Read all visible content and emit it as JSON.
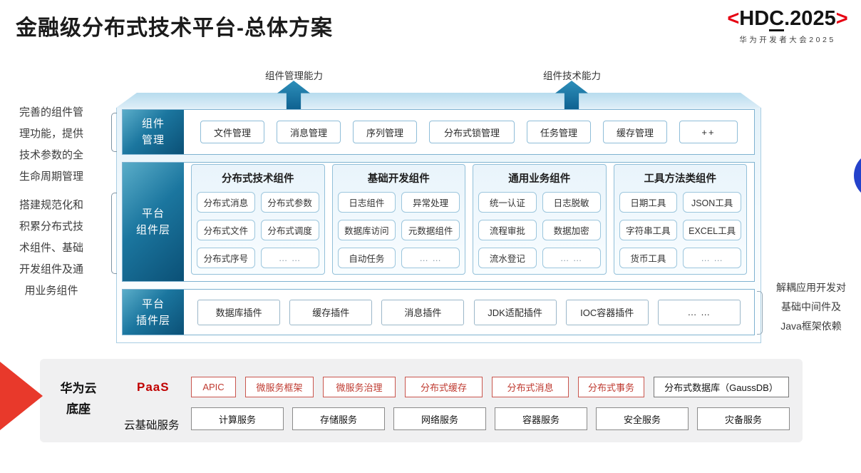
{
  "title": "金融级分布式技术平台-总体方案",
  "logo": {
    "bracket_left": "<",
    "hd": "HD",
    "c": "C",
    "rest": ".2025",
    "bracket_right": ">",
    "subtitle": "华为开发者大会2025"
  },
  "arrows": [
    {
      "label": "组件管理能力"
    },
    {
      "label": "组件技术能力"
    }
  ],
  "notes": {
    "left1": "完善的组件管理功能，提供技术参数的全生命周期管理",
    "left2": "搭建规范化和积累分布式技术组件、基础开发组件及通用业务组件",
    "right": "解耦应用开发对基础中间件及Java框架依赖"
  },
  "rows": {
    "management": {
      "label_line1": "组件",
      "label_line2": "管理",
      "items": [
        "文件管理",
        "消息管理",
        "序列管理",
        "分布式锁管理",
        "任务管理",
        "缓存管理",
        "++"
      ]
    },
    "components": {
      "label_line1": "平台",
      "label_line2": "组件层",
      "groups": [
        {
          "title": "分布式技术组件",
          "cells": [
            "分布式消息",
            "分布式参数",
            "分布式文件",
            "分布式调度",
            "分布式序号",
            "… …"
          ]
        },
        {
          "title": "基础开发组件",
          "cells": [
            "日志组件",
            "异常处理",
            "数据库访问",
            "元数据组件",
            "自动任务",
            "… …"
          ]
        },
        {
          "title": "通用业务组件",
          "cells": [
            "统一认证",
            "日志脱敏",
            "流程审批",
            "数据加密",
            "流水登记",
            "… …"
          ]
        },
        {
          "title": "工具方法类组件",
          "cells": [
            "日期工具",
            "JSON工具",
            "字符串工具",
            "EXCEL工具",
            "货币工具",
            "… …"
          ]
        }
      ]
    },
    "plugins": {
      "label_line1": "平台",
      "label_line2": "插件层",
      "items": [
        "数据库插件",
        "缓存插件",
        "消息插件",
        "JDK适配插件",
        "IOC容器插件",
        "… …"
      ]
    }
  },
  "foundation": {
    "label_line1": "华为云",
    "label_line2": "底座",
    "paas": {
      "label": "PaaS",
      "items": [
        "APIC",
        "微服务框架",
        "微服务治理",
        "分布式缓存",
        "分布式消息",
        "分布式事务"
      ],
      "db_item": "分布式数据库（GaussDB）"
    },
    "cloud": {
      "label": "云基础服务",
      "items": [
        "计算服务",
        "存储服务",
        "网络服务",
        "容器服务",
        "安全服务",
        "灾备服务"
      ]
    }
  },
  "colors": {
    "layer_label_blue": "#1b769f",
    "row_border_blue": "#7fb2d0",
    "arrow_teal": "#17749f",
    "hdc_red": "#e60012",
    "paas_red": "#c00000",
    "red_arrow": "#e8392b",
    "blue_circle": "#2442cb"
  }
}
